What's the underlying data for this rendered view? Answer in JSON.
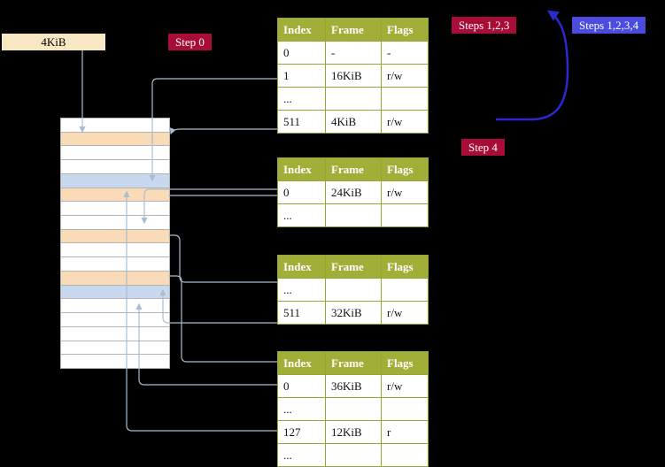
{
  "legend_box": {
    "label": "4KiB"
  },
  "badges": {
    "step0": {
      "label": "Step 0"
    },
    "steps123": {
      "label": "Steps 1,2,3"
    },
    "steps1234": {
      "label": "Steps 1,2,3,4"
    },
    "step4": {
      "label": "Step 4"
    }
  },
  "colors": {
    "badge_red": "#a80d38",
    "badge_blue": "#4b4be0",
    "table_header_bg": "#a1ae38",
    "table_alt_row_bg": "#e7eecf",
    "highlight_bg": "#ffffb3",
    "frame_table_row_bg": "#f9dbb8",
    "frame_page_row_bg": "#c8d8ee",
    "legend_box_bg": "#f7e7c2",
    "connector": "#a9bdd1",
    "loop_arrow": "#2a2ad0"
  },
  "memory_stack": {
    "rows": [
      "plain",
      "table",
      "plain",
      "plain",
      "page",
      "table",
      "plain",
      "plain",
      "table",
      "plain",
      "plain",
      "table",
      "page",
      "plain",
      "plain",
      "plain",
      "plain",
      "plain"
    ]
  },
  "page_tables": [
    {
      "headers": [
        "Index",
        "Frame",
        "Flags"
      ],
      "rows": [
        {
          "index": "0",
          "frame": "-",
          "flags": "-",
          "highlight": false
        },
        {
          "index": "1",
          "frame": "16KiB",
          "flags": "r/w",
          "highlight": false
        },
        {
          "index": "...",
          "frame": "",
          "flags": "",
          "highlight": false
        },
        {
          "index": "511",
          "frame": "4KiB",
          "flags": "r/w",
          "highlight": true
        }
      ]
    },
    {
      "headers": [
        "Index",
        "Frame",
        "Flags"
      ],
      "rows": [
        {
          "index": "0",
          "frame": "24KiB",
          "flags": "r/w",
          "highlight": false
        },
        {
          "index": "...",
          "frame": "",
          "flags": "",
          "highlight": false
        }
      ]
    },
    {
      "headers": [
        "Index",
        "Frame",
        "Flags"
      ],
      "rows": [
        {
          "index": "...",
          "frame": "",
          "flags": "",
          "highlight": false
        },
        {
          "index": "511",
          "frame": "32KiB",
          "flags": "r/w",
          "highlight": false
        }
      ]
    },
    {
      "headers": [
        "Index",
        "Frame",
        "Flags"
      ],
      "rows": [
        {
          "index": "0",
          "frame": "36KiB",
          "flags": "r/w",
          "highlight": false
        },
        {
          "index": "...",
          "frame": "",
          "flags": "",
          "highlight": false
        },
        {
          "index": "127",
          "frame": "12KiB",
          "flags": "r",
          "highlight": false
        },
        {
          "index": "...",
          "frame": "",
          "flags": "",
          "highlight": false
        }
      ]
    }
  ]
}
